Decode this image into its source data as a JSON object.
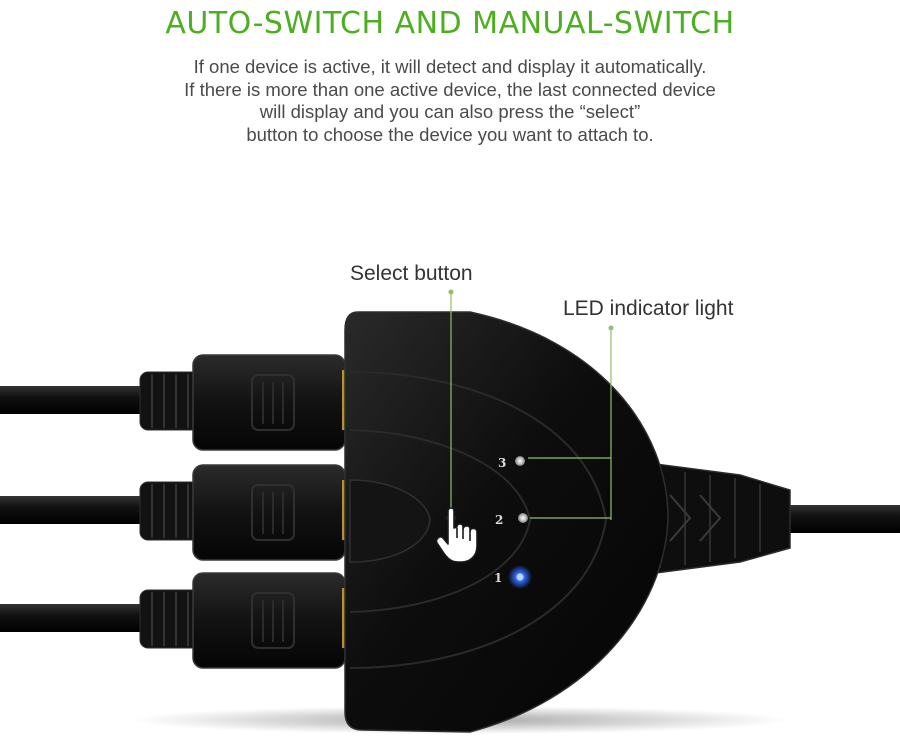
{
  "headline": "AUTO-SWITCH AND MANUAL-SWITCH",
  "description": [
    "If one device is active, it will detect and display it automatically.",
    "If there is more than one active device, the last connected device",
    "will display and you can also press the “select”",
    "button to choose the device you want to attach to."
  ],
  "callouts": {
    "select_button": "Select button",
    "led_indicator": "LED indicator light"
  },
  "led_numbers": [
    "3",
    "2",
    "1"
  ],
  "colors": {
    "headline": "#4caf1f",
    "callout_line": "#8fbf6a",
    "led_active": "#2f6bff",
    "device_body": "#0c0c0c"
  },
  "icons": [
    "hand-pointer-icon"
  ]
}
